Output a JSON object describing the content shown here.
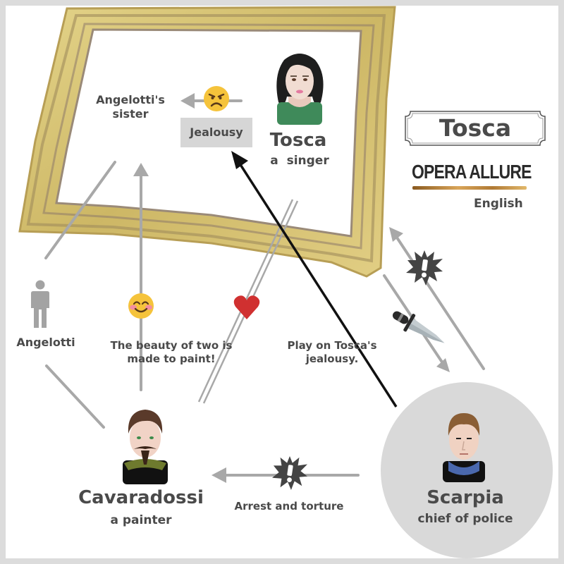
{
  "title": {
    "opera_name": "Tosca",
    "brand": "OPERA ALLURE",
    "language": "English"
  },
  "characters": {
    "tosca": {
      "name": "Tosca",
      "role": "a  singer",
      "portrait": "woman-dark-hair-green-dress"
    },
    "cavaradossi": {
      "name": "Cavaradossi",
      "role": "a painter",
      "portrait": "man-goatee-green-scarf"
    },
    "scarpia": {
      "name": "Scarpia",
      "role": "chief of police",
      "portrait": "man-blue-scarf"
    },
    "angelotti": {
      "name": "Angelotti",
      "icon": "person-silhouette-icon"
    },
    "angelottis_sister": {
      "name": "Angelotti's\nsister",
      "line1": "Angelotti's",
      "line2": "sister"
    }
  },
  "relations": [
    {
      "from": "Tosca",
      "to": "Angelotti's sister",
      "label": "Jealousy",
      "icon": "angry-face-icon",
      "style": "gray-arrow"
    },
    {
      "from": "Cavaradossi",
      "to": "Angelotti's sister",
      "label": "The beauty of two is made to paint!",
      "line1": "The beauty of two is",
      "line2": "made to paint!",
      "icon": "smiling-face-icon",
      "style": "gray-arrow"
    },
    {
      "from": "Cavaradossi",
      "to": "Tosca",
      "label": "",
      "icon": "heart-icon",
      "style": "double-line"
    },
    {
      "from": "Scarpia",
      "to": "Tosca",
      "label": "Play on Tosca's jealousy.",
      "line1": "Play on Tosca's",
      "line2": "jealousy.",
      "icon": "",
      "style": "black-arrow"
    },
    {
      "from": "Scarpia",
      "to": "Tosca",
      "label": "",
      "icon": "exclamation-burst-icon",
      "style": "gray-arrow"
    },
    {
      "from": "Tosca",
      "to": "Scarpia",
      "label": "",
      "icon": "dagger-icon",
      "style": "gray-arrow"
    },
    {
      "from": "Scarpia",
      "to": "Cavaradossi",
      "label": "Arrest and torture",
      "icon": "exclamation-burst-icon",
      "style": "gray-arrow"
    },
    {
      "from": "Angelotti",
      "to": "Cavaradossi",
      "label": "",
      "icon": "",
      "style": "gray-line"
    },
    {
      "from": "Angelotti",
      "to": "Angelotti's sister",
      "label": "",
      "icon": "",
      "style": "gray-line"
    }
  ],
  "colors": {
    "page_border": "#dcdcdc",
    "line_gray": "#a8a8a8",
    "text_dark": "#4a4a4a",
    "frame_gold": "#d9c77a",
    "scarpia_circle": "#d9d9d9",
    "label_box": "#d6d6d6",
    "heart_red": "#d03030"
  }
}
